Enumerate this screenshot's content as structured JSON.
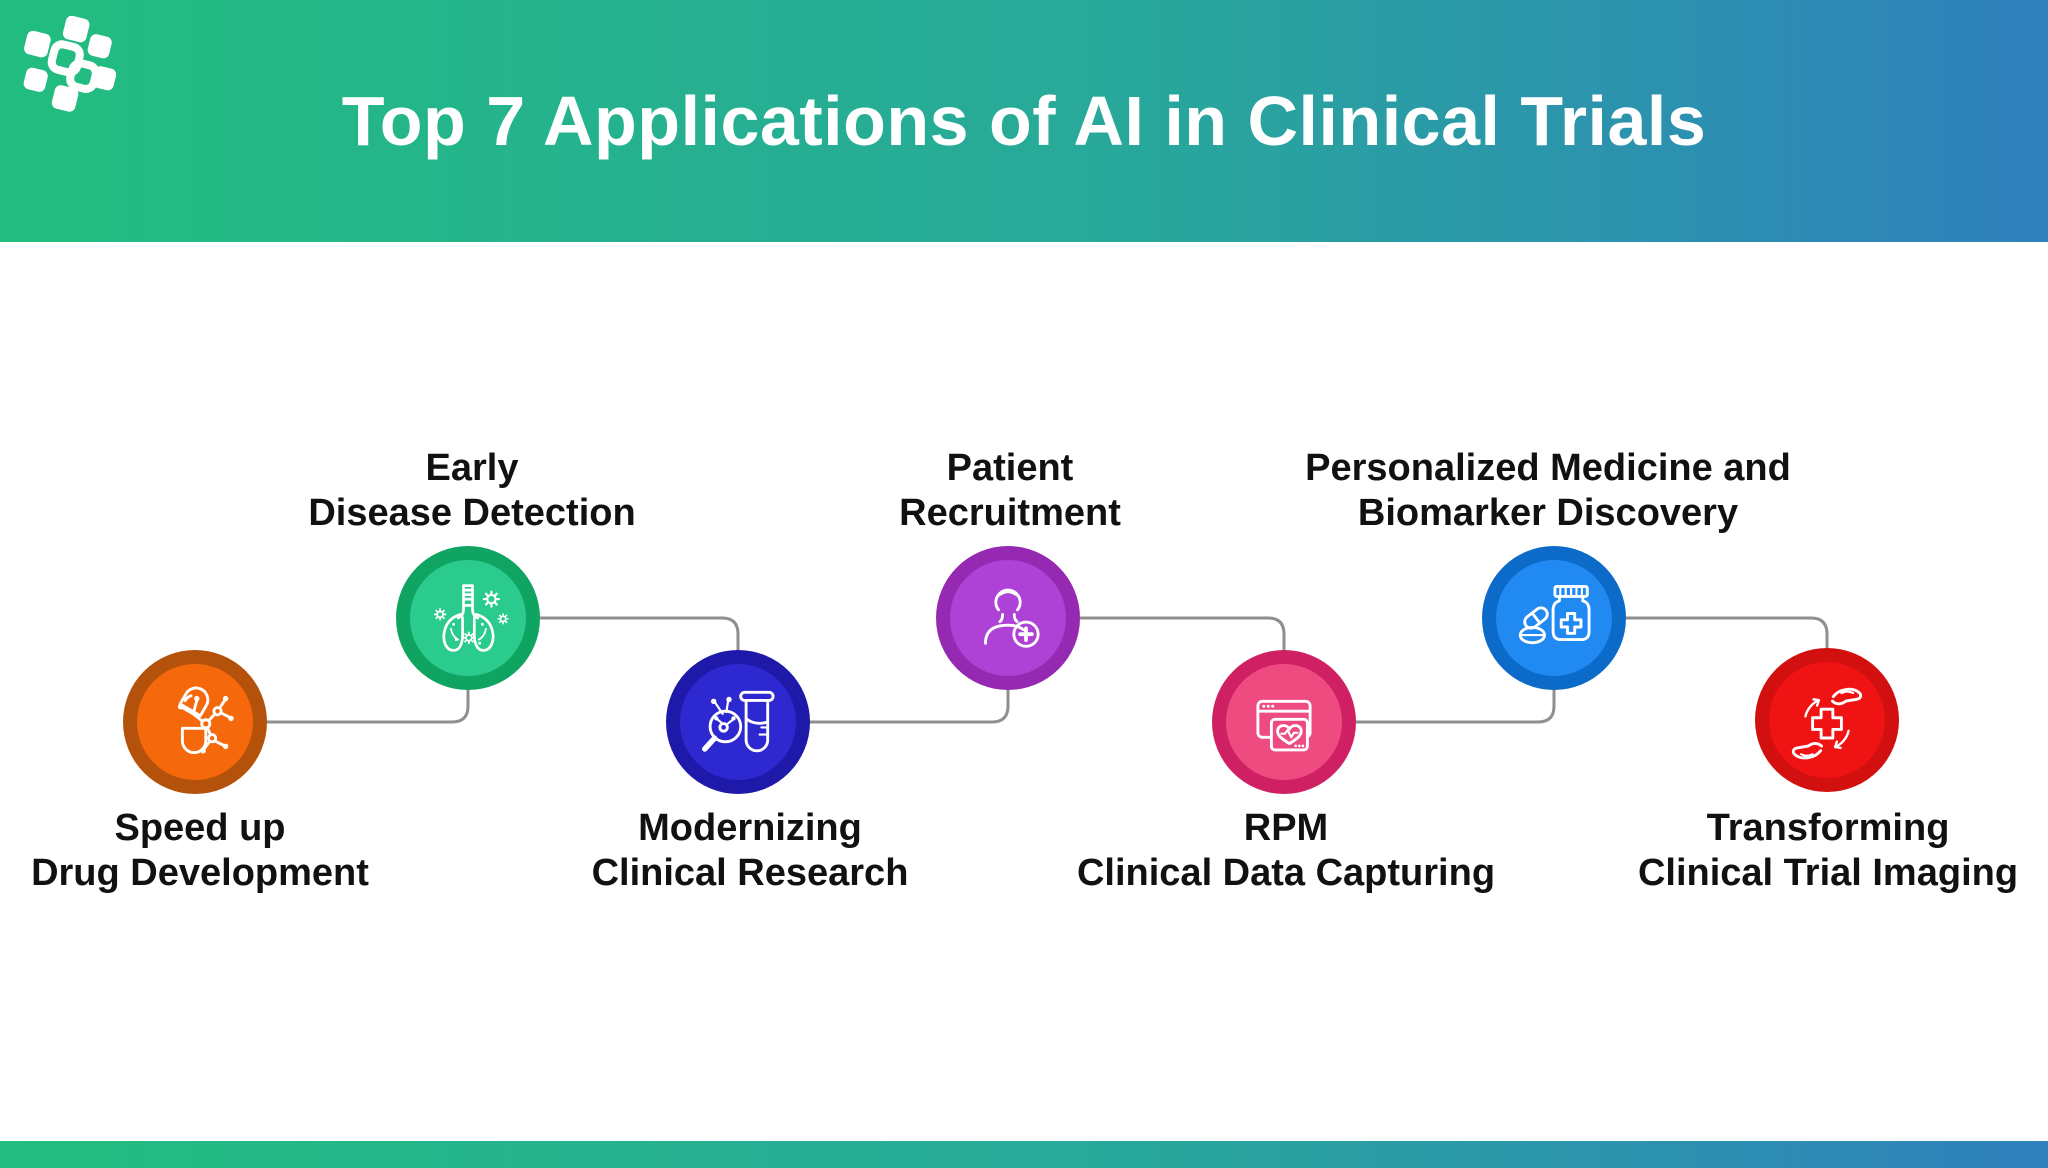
{
  "header": {
    "title": "Top 7 Applications of AI in Clinical Trials",
    "logo": "mosaic-tiles-logo",
    "gradient_left": "#22bd7f",
    "gradient_right": "#2f80bd",
    "text_color": "#ffffff"
  },
  "items": [
    {
      "id": "speed-up-drug-development",
      "label_lines": [
        "Speed up",
        "Drug Development"
      ],
      "icon": "capsule-molecule-icon",
      "outer_color": "#b4520c",
      "inner_color": "#f5690c",
      "label_position": "below"
    },
    {
      "id": "early-disease-detection",
      "label_lines": [
        "Early",
        "Disease Detection"
      ],
      "icon": "lungs-virus-icon",
      "outer_color": "#10a463",
      "inner_color": "#2bcb8e",
      "label_position": "above"
    },
    {
      "id": "modernizing-clinical-research",
      "label_lines": [
        "Modernizing",
        "Clinical Research"
      ],
      "icon": "magnifier-testtube-icon",
      "outer_color": "#1e19a8",
      "inner_color": "#2d28cf",
      "label_position": "below"
    },
    {
      "id": "patient-recruitment",
      "label_lines": [
        "Patient",
        "Recruitment"
      ],
      "icon": "patient-plus-icon",
      "outer_color": "#9629b1",
      "inner_color": "#ae41d6",
      "label_position": "above"
    },
    {
      "id": "rpm-clinical-data-capturing",
      "label_lines": [
        "RPM",
        "Clinical Data Capturing"
      ],
      "icon": "monitor-heart-icon",
      "outer_color": "#d02064",
      "inner_color": "#ee4b81",
      "label_position": "below"
    },
    {
      "id": "personalized-medicine-and-biomarker-discovery",
      "label_lines": [
        "Personalized Medicine and",
        "Biomarker Discovery"
      ],
      "icon": "medicine-bottle-pills-icon",
      "outer_color": "#0c6bc9",
      "inner_color": "#2089f2",
      "label_position": "above"
    },
    {
      "id": "transforming-clinical-trial-imaging",
      "label_lines": [
        "Transforming",
        "Clinical Trial Imaging"
      ],
      "icon": "hands-cross-arrows-icon",
      "outer_color": "#d31010",
      "inner_color": "#ef1313",
      "label_position": "below"
    }
  ],
  "connectors": {
    "color": "#8f8f8f"
  },
  "footer": {
    "gradient_left": "#22bd7f",
    "gradient_right": "#2f80bd"
  },
  "text_color": "#111111"
}
